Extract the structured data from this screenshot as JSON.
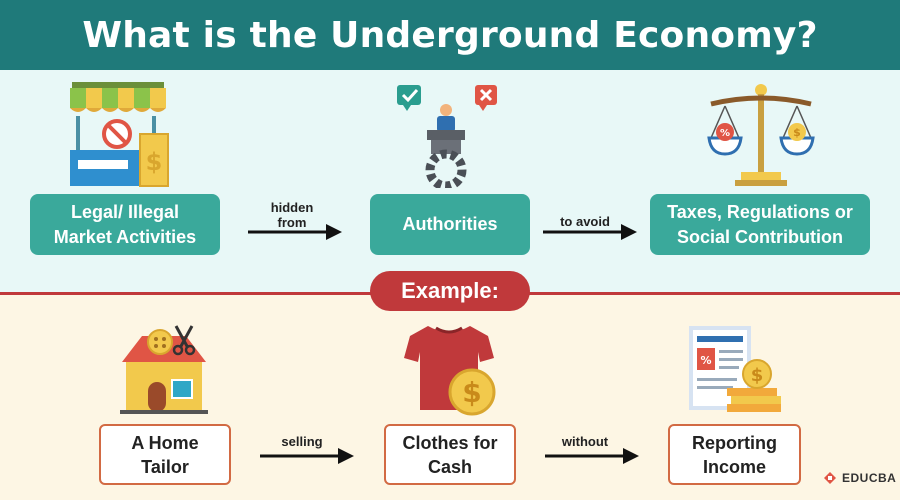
{
  "title": "What is the Underground Economy?",
  "top_row": {
    "box1": {
      "line1": "Legal/ Illegal",
      "line2": "Market Activities"
    },
    "arrow1": {
      "line1": "hidden",
      "line2": "from"
    },
    "box2": {
      "line1": "Authorities"
    },
    "arrow2": {
      "line1": "to avoid"
    },
    "box3": {
      "line1": "Taxes, Regulations or",
      "line2": "Social Contribution"
    }
  },
  "example_label": "Example:",
  "bottom_row": {
    "box1": {
      "line1": "A Home",
      "line2": "Tailor"
    },
    "arrow1": {
      "line1": "selling"
    },
    "box2": {
      "line1": "Clothes for",
      "line2": "Cash"
    },
    "arrow2": {
      "line1": "without"
    },
    "box3": {
      "line1": "Reporting",
      "line2": "Income"
    }
  },
  "brand": "EDUCBA",
  "colors": {
    "header": "#1f7a7a",
    "teal_box": "#3aa99b",
    "red_accent": "#c0393b",
    "orange_border": "#d26a43",
    "top_bg": "#e8f8f7",
    "bottom_bg": "#fdf6e4"
  },
  "icons": [
    "market-stall-icon",
    "authority-podium-icon",
    "balance-scale-icon",
    "home-shop-icon",
    "tshirt-dollar-icon",
    "income-report-icon",
    "educba-logo-icon"
  ]
}
